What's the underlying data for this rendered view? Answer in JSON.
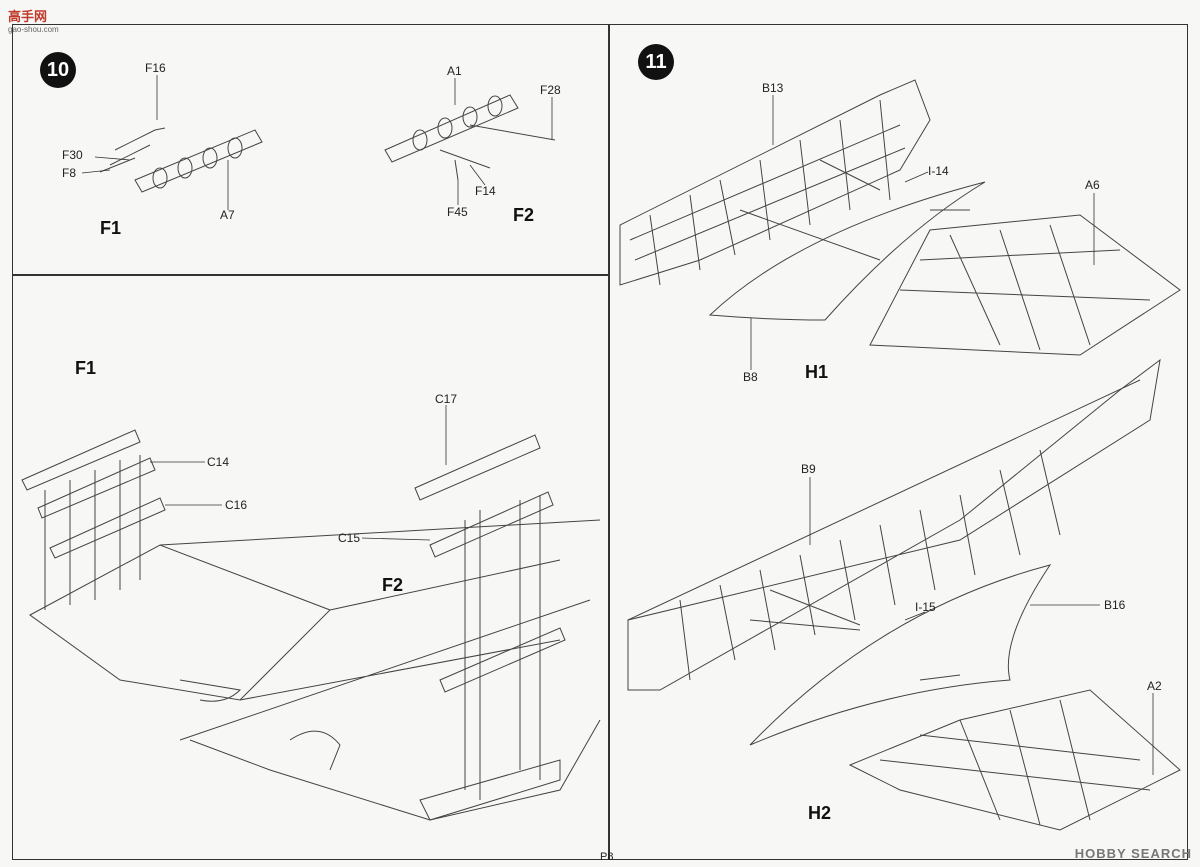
{
  "site_logo": {
    "main": "高手网",
    "url_text": "gao-shou.com"
  },
  "watermark": "HOBBY SEARCH",
  "page_number": "P8",
  "steps": {
    "s10": {
      "number": "10"
    },
    "s11": {
      "number": "11"
    }
  },
  "sub_assemblies": {
    "f1_top": "F1",
    "f2_top": "F2",
    "f1_main": "F1",
    "f2_main": "F2",
    "h1": "H1",
    "h2": "H2"
  },
  "parts": {
    "f16": "F16",
    "f30": "F30",
    "f8": "F8",
    "a7": "A7",
    "a1": "A1",
    "f28": "F28",
    "f14": "F14",
    "f45": "F45",
    "c14": "C14",
    "c16": "C16",
    "c17": "C17",
    "c15": "C15",
    "b13": "B13",
    "i14": "I-14",
    "a6": "A6",
    "b8": "B8",
    "b9": "B9",
    "i15": "I-15",
    "b16": "B16",
    "a2": "A2"
  },
  "colors": {
    "ink": "#333333",
    "paper": "#f7f7f5",
    "step_bg": "#111111"
  }
}
